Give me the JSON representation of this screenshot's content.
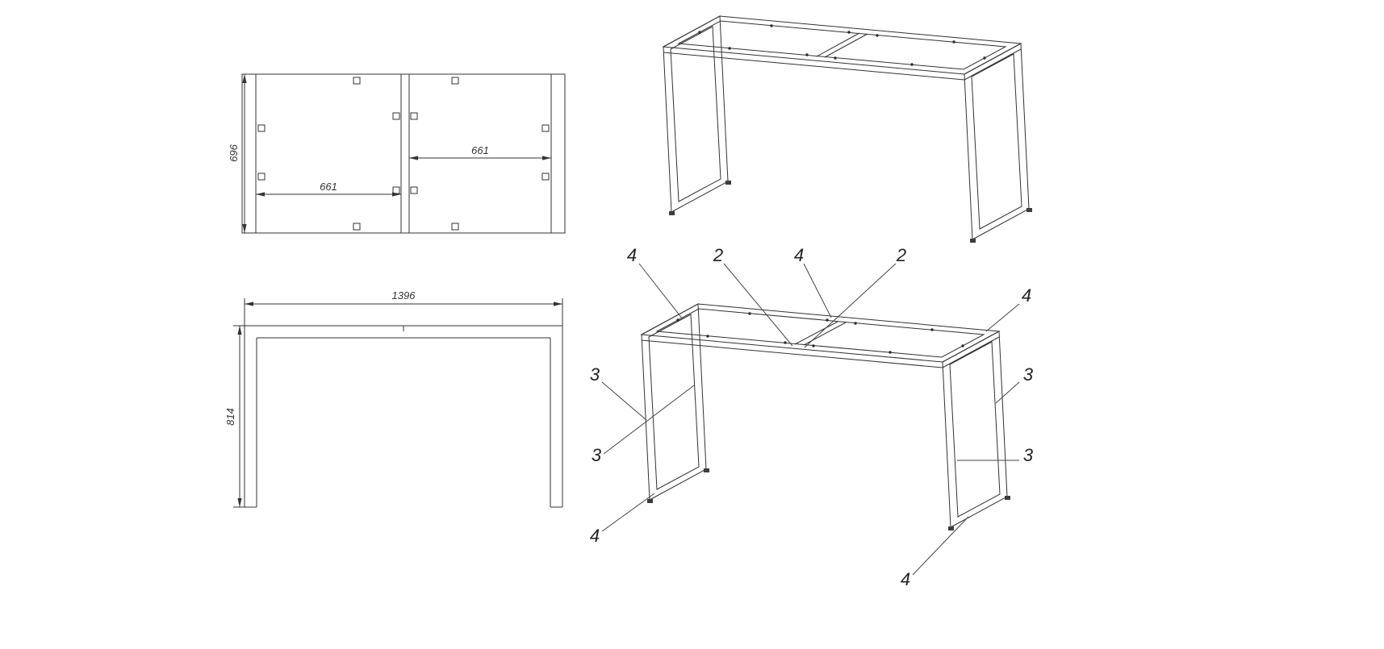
{
  "drawing": {
    "dims": {
      "top_view_depth": "696",
      "top_view_left_span": "661",
      "top_view_right_span": "661",
      "front_view_width": "1396",
      "front_view_height": "814"
    },
    "callouts": [
      "4",
      "2",
      "4",
      "2",
      "4",
      "3",
      "3",
      "3",
      "3",
      "4",
      "4"
    ]
  }
}
